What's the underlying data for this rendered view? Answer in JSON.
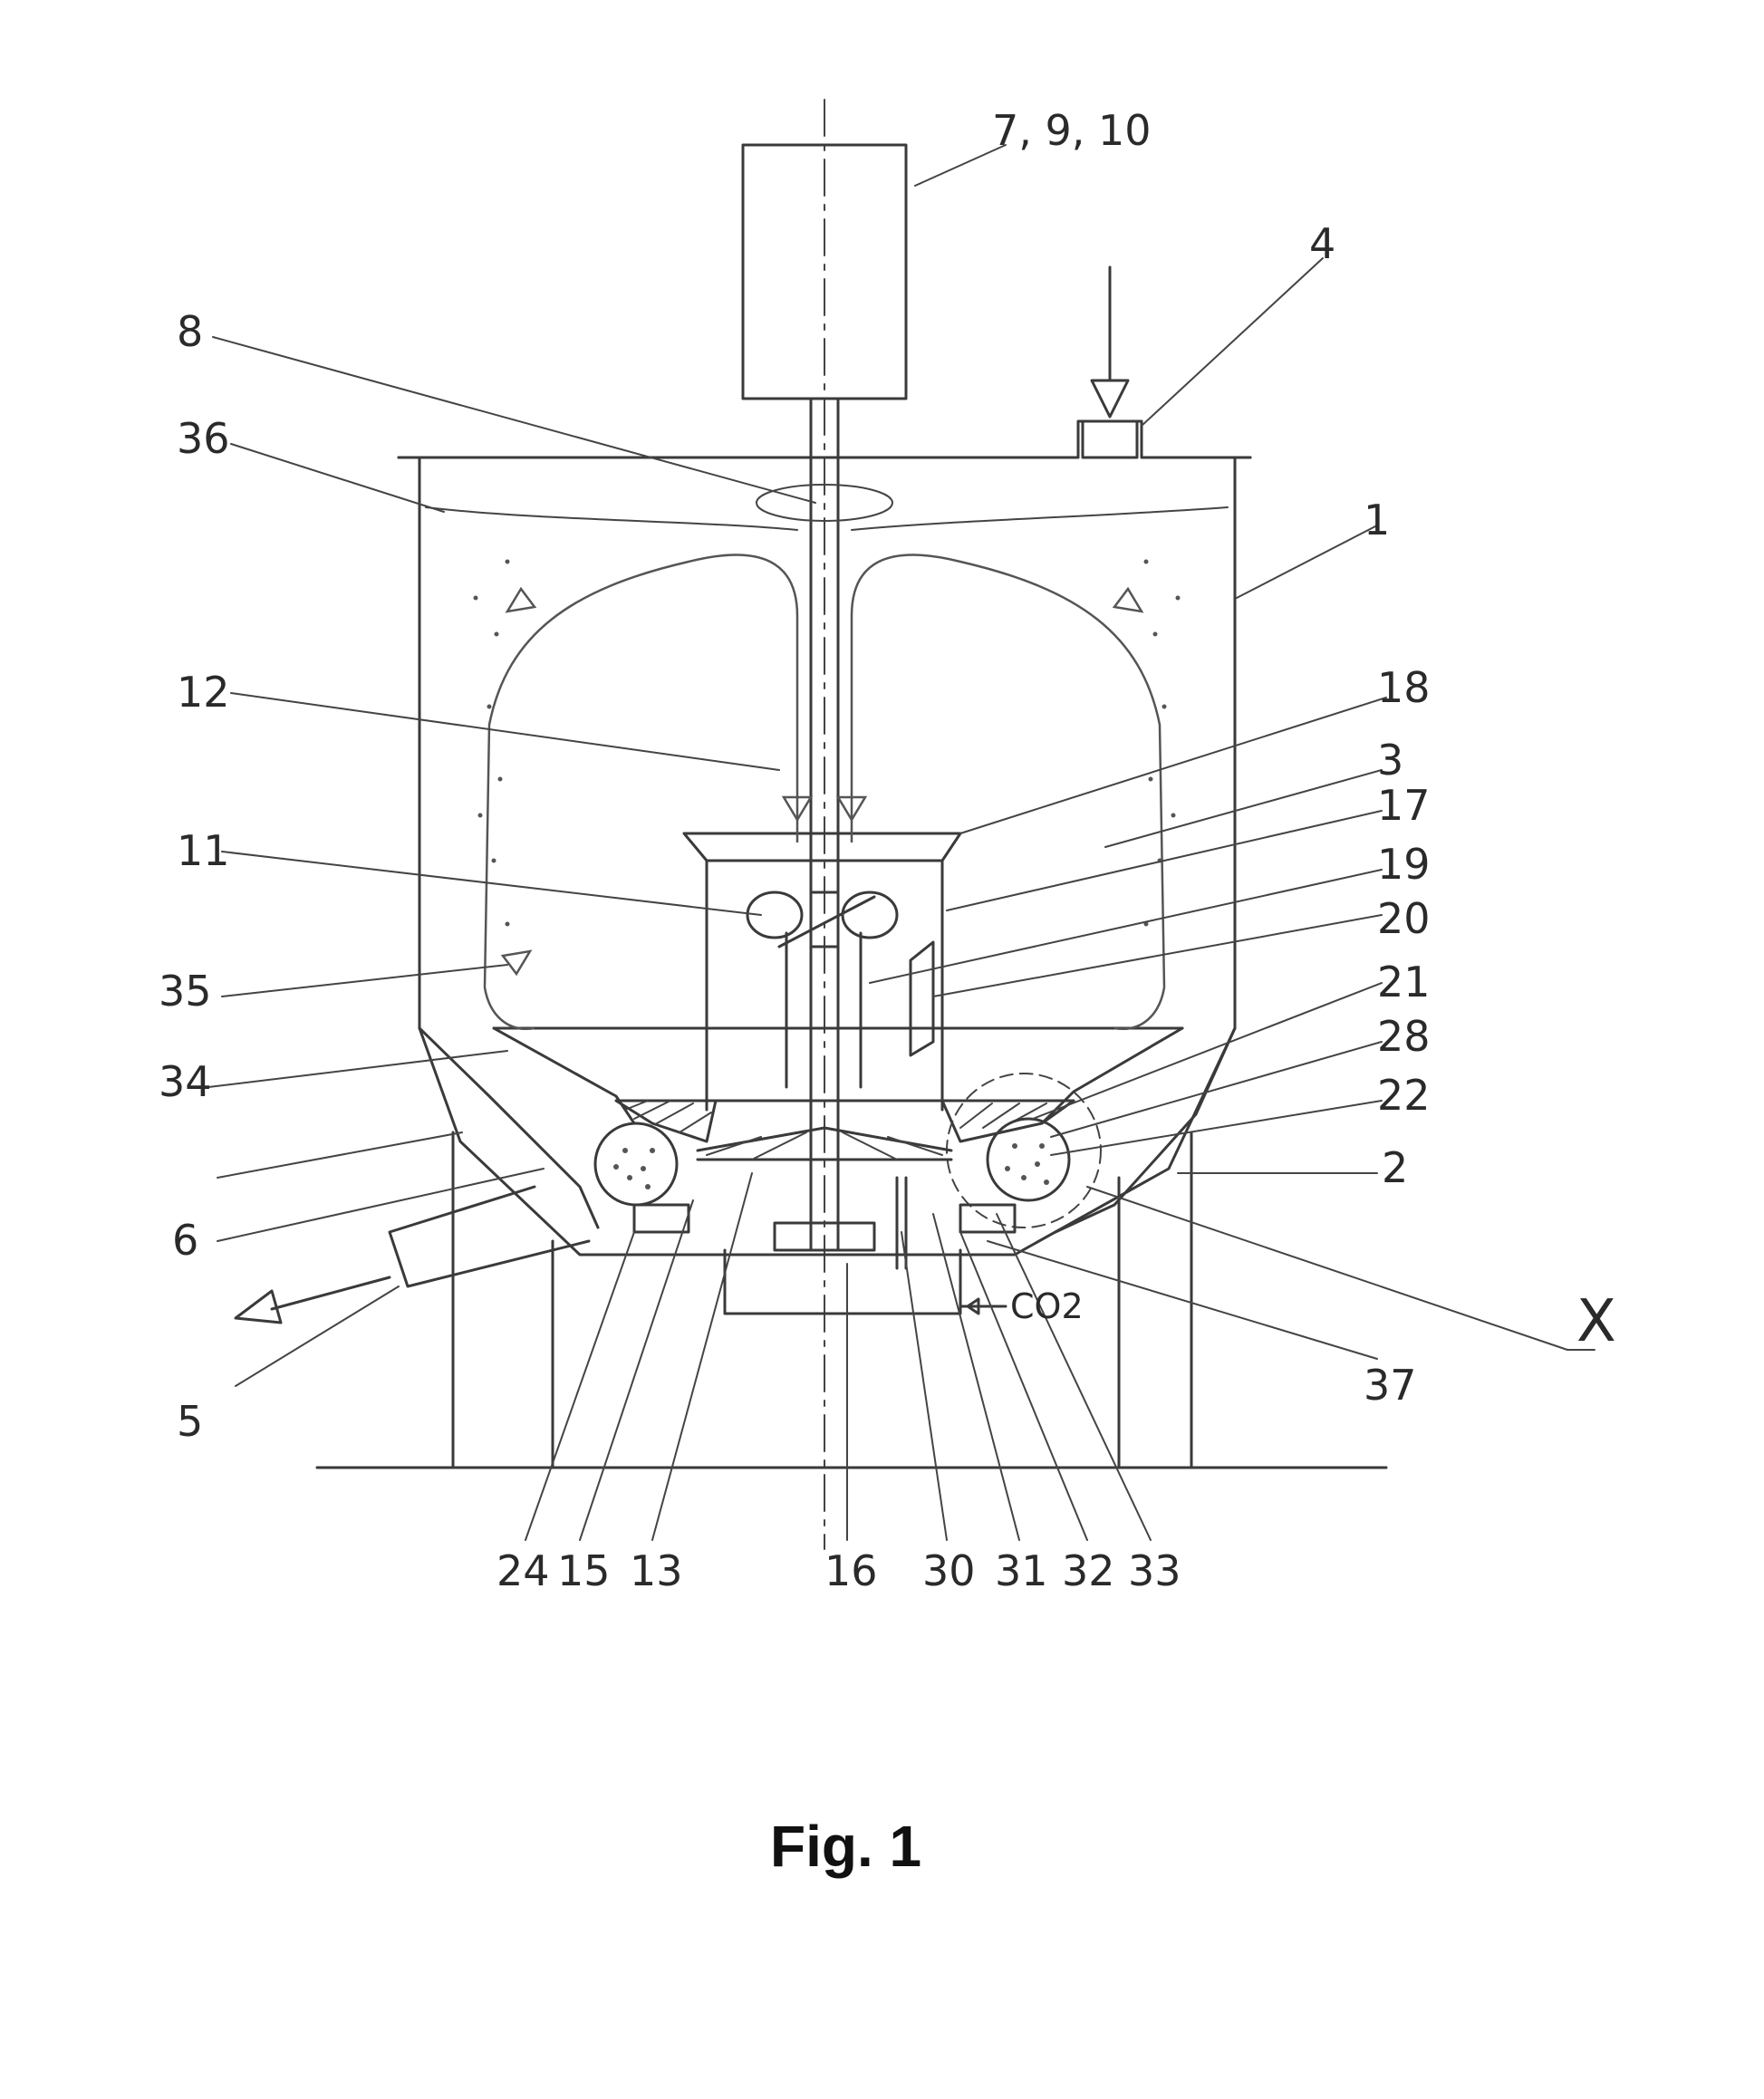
{
  "caption": "Fig. 1",
  "labels": {
    "l1": "1",
    "l2": "2",
    "l3": "3",
    "l4": "4",
    "l5": "5",
    "l6": "6",
    "l7_9_10": "7, 9, 10",
    "l8": "8",
    "l11": "11",
    "l12": "12",
    "l13": "13",
    "l15": "15",
    "l16": "16",
    "l17": "17",
    "l18": "18",
    "l19": "19",
    "l20": "20",
    "l21": "21",
    "l22": "22",
    "l24": "24",
    "l28": "28",
    "l30": "30",
    "l31": "31",
    "l32": "32",
    "l33": "33",
    "l34": "34",
    "l35": "35",
    "l36": "36",
    "l37": "37",
    "lX": "X",
    "co2": "CO2"
  }
}
